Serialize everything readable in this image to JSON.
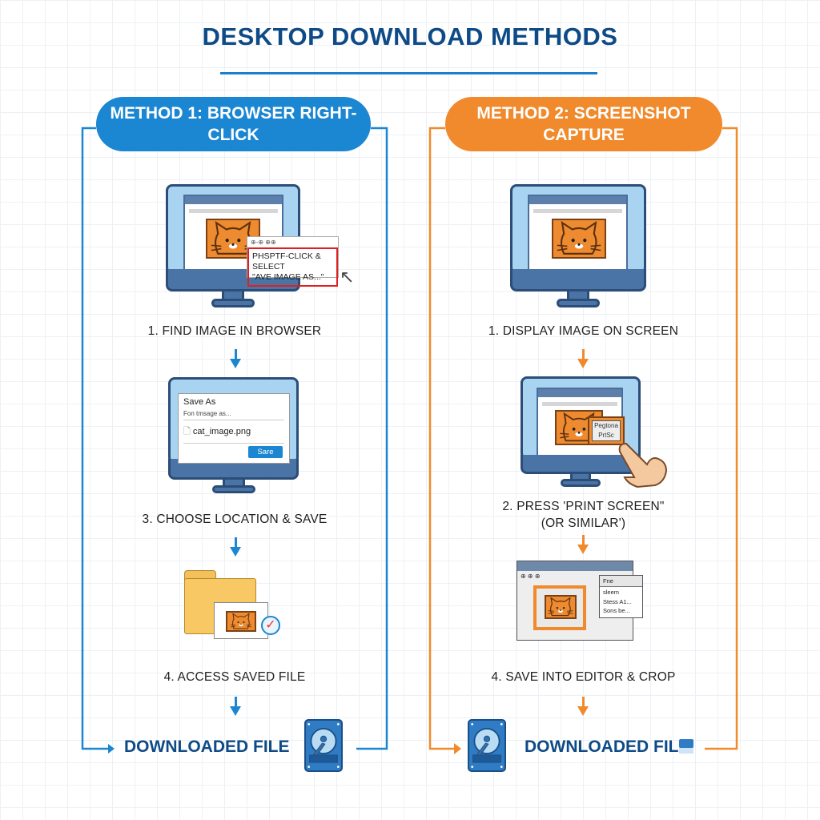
{
  "title": "DESKTOP DOWNLOAD METHODS",
  "colors": {
    "blue": "#1b86d2",
    "orange": "#f08a2c",
    "navy": "#0e4a86"
  },
  "method1": {
    "header": "METHOD 1: BROWSER RIGHT-CLICK",
    "context_menu": {
      "top": "⊕-⊕ ⊕⊕",
      "text_line1": "PHSPTF-CLICK & SELECT",
      "text_line2": "\"AVE IMAGE AS...\""
    },
    "step1": "1. FIND IMAGE IN BROWSER",
    "save_dialog": {
      "title": "Save As",
      "subtitle": "Fon tmsage as...",
      "filename": "cat_image.png",
      "button": "Sare"
    },
    "step3": "3. CHOOSE LOCATION & SAVE",
    "step4": "4. ACCESS SAVED FILE",
    "result": "DOWNLOADED FILE"
  },
  "method2": {
    "header": "METHOD 2: SCREENSHOT CAPTURE",
    "step1": "1. DISPLAY IMAGE ON SCREEN",
    "key_label_line1": "Pegtona",
    "key_label_line2": "PrtSc",
    "step2_line1": "2. PRESS 'PRINT SCREEN\"",
    "step2_line2": "(OR SIMILAR')",
    "editor": {
      "toolbar": "⊕ ⊕ ⊕",
      "menu_title": "Fne",
      "menu_items": [
        "sleem",
        "Stess A1...",
        "Sons be..."
      ]
    },
    "step4": "4. SAVE INTO EDITOR & CROP",
    "result": "DOWNLOADED FIL"
  }
}
